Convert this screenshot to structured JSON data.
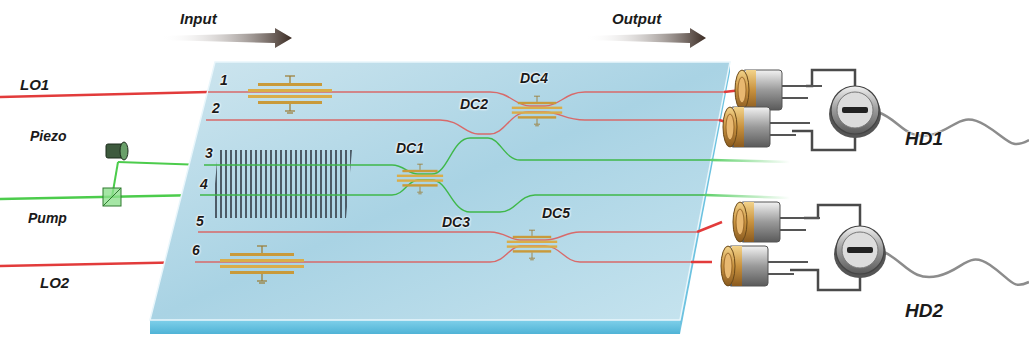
{
  "diagram": {
    "labels": [
      "Input",
      "Output",
      "LO1",
      "1",
      "2",
      "DC4",
      "DC2",
      "HD1",
      "Piezo",
      "3",
      "DC1",
      "4",
      "Pump",
      "5",
      "DC3",
      "6",
      "DC5",
      "LO2",
      "HD2"
    ]
  }
}
